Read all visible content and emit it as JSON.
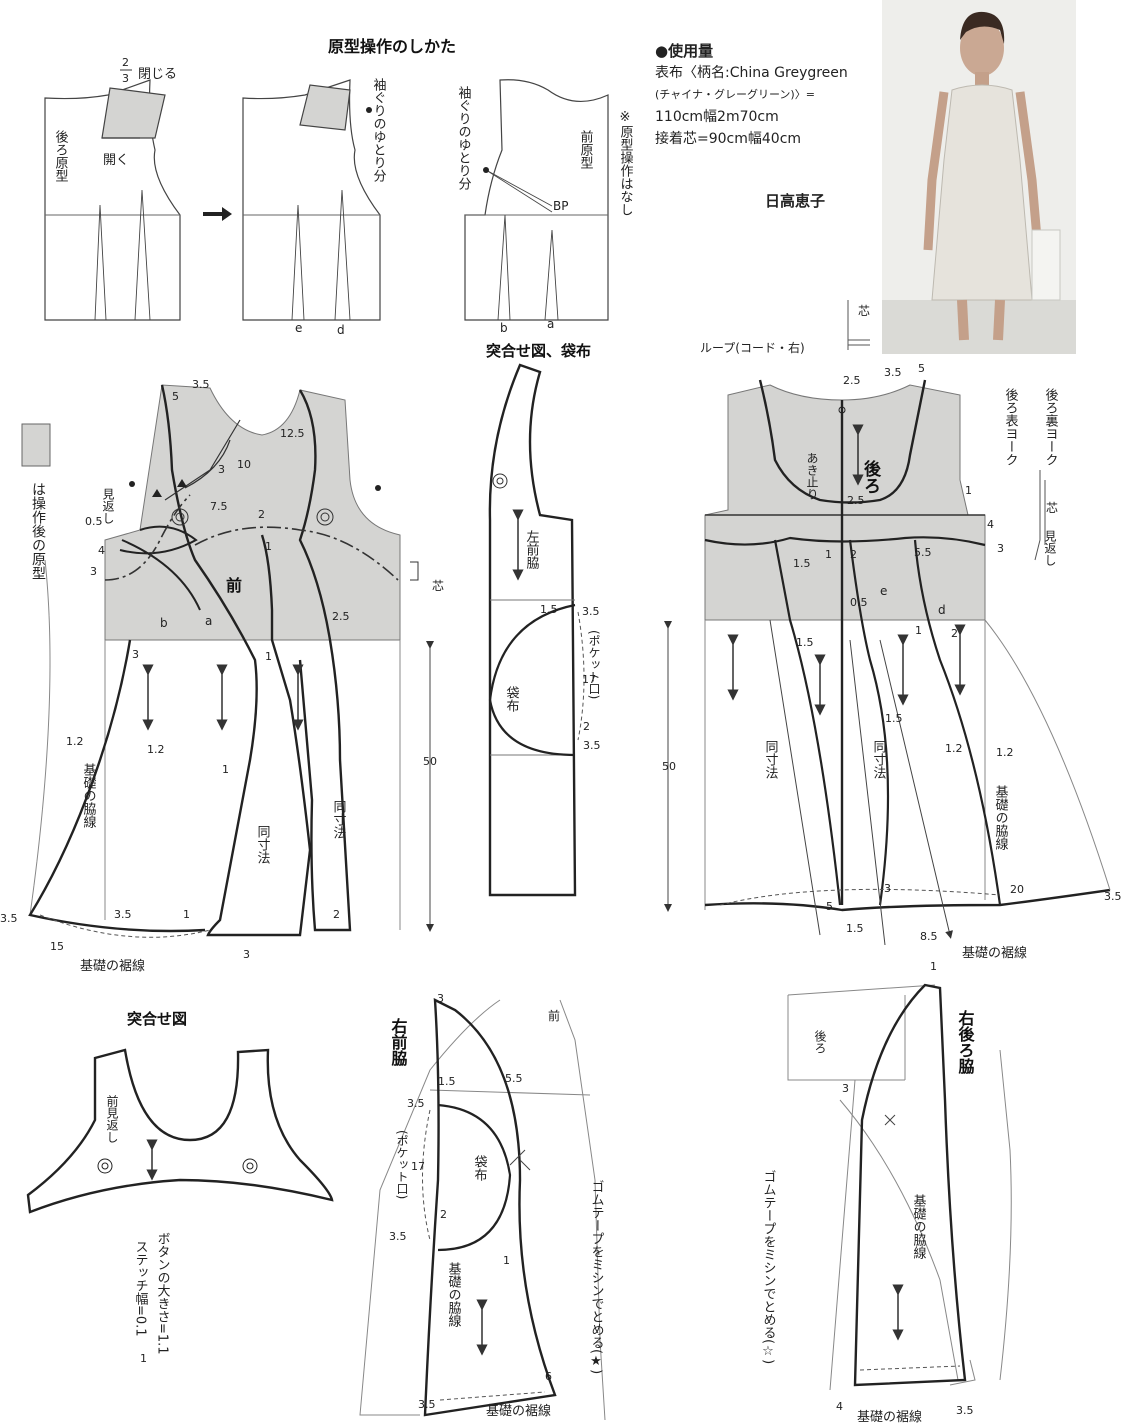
{
  "titles": {
    "manipulation": "原型操作のしかた",
    "assembly_bag": "突合せ図、袋布",
    "assembly": "突合せ図"
  },
  "materials": {
    "heading": "●使用量",
    "line1": "表布〈柄名:China Greygreen",
    "line2": "(チャイナ・グレーグリーン)〉=",
    "line3": "110cm幅2m70cm",
    "line4": "接着芯=90cm幅40cm"
  },
  "author": "日高恵子",
  "legend": "は操作後の原型",
  "top_panels": {
    "back_block": "後ろ原型",
    "close_fraction_top": "2",
    "close_fraction_bottom": "3",
    "close": "閉じる",
    "open": "開く",
    "armhole_ease_1": "袖ぐりのゆとり分",
    "armhole_ease_2": "袖ぐりのゆとり分",
    "front_block": "前原型",
    "no_change_note": "※原型操作はなし",
    "bp": "BP",
    "e": "e",
    "d": "d",
    "b": "b",
    "a": "a"
  },
  "front": {
    "label": "前",
    "facing": "見返し",
    "interfacing": "芯",
    "same_size_1": "同寸法",
    "same_size_2": "同寸法",
    "base_side": "基礎の脇線",
    "base_hem": "基礎の裾線",
    "b": "b",
    "a": "a",
    "n35a": "3.5",
    "n5": "5",
    "n10": "10",
    "n12_5": "12.5",
    "n3a": "3",
    "n7_5": "7.5",
    "n2a": "2",
    "n1a": "1",
    "n0_5": "0.5",
    "n4": "4",
    "n3b": "3",
    "n2_5": "2.5",
    "n3c": "3",
    "n1b": "1",
    "n1_2a": "1.2",
    "n1_2b": "1.2",
    "n1c": "1",
    "n50": "50",
    "n3_5b": "3.5",
    "n3_5c": "3.5",
    "n1d": "1",
    "n2b": "2",
    "n15": "15",
    "n3d": "3"
  },
  "bag": {
    "left_front_side": "左前脇",
    "bag_cloth": "袋布",
    "pocket_mouth": "(ポケット口)",
    "n1_5": "1.5",
    "n3_5a": "3.5",
    "n17": "17",
    "n2": "2",
    "n3_5b": "3.5"
  },
  "back": {
    "label": "後ろ",
    "opening_stop": "あき止り",
    "loop": "ループ(コード・右)",
    "interfacing_top": "芯",
    "back_outer_yoke": "後ろ表ヨーク",
    "back_inner_yoke": "後ろ裏ヨーク",
    "interfacing_side": "芯",
    "facing": "見返し",
    "same_size_1": "同寸法",
    "same_size_2": "同寸法",
    "base_side": "基礎の脇線",
    "base_hem": "基礎の裾線",
    "e": "e",
    "d": "d",
    "n2_5a": "2.5",
    "n3_5a": "3.5",
    "n5a": "5",
    "n2_5b": "2.5",
    "n1a": "1",
    "n2a": "2",
    "n1_5a": "1.5",
    "n5_5": "5.5",
    "n0_5": "0.5",
    "n4": "4",
    "n3a": "3",
    "n1b": "1",
    "n1_5b": "1.5",
    "n1c": "1",
    "n2b": "2",
    "n1_5c": "1.5",
    "n1_2a": "1.2",
    "n1_2b": "1.2",
    "n50": "50",
    "n20": "20",
    "n3_5b": "3.5",
    "n5b": "5",
    "n3b": "3",
    "n1_5d": "1.5",
    "n8_5": "8.5"
  },
  "assembly": {
    "front_facing": "前見返し",
    "button_size": "ボタンの大きさ=1.1",
    "stitch_width": "ステッチ幅=0.1",
    "one": "1"
  },
  "right_front_side": {
    "label": "右前脇",
    "front": "前",
    "bag_cloth": "袋布",
    "pocket_mouth": "(ポケット口)",
    "base_side": "基礎の脇線",
    "base_hem": "基礎の裾線",
    "elastic_note": "ゴムテープをミシンでとめる(★)",
    "n3": "3",
    "n1_5": "1.5",
    "n5_5": "5.5",
    "n3_5a": "3.5",
    "n17": "17",
    "n2": "2",
    "n3_5b": "3.5",
    "n1": "1",
    "n6": "6",
    "n3_5c": "3.5"
  },
  "right_back_side": {
    "label": "右後ろ脇",
    "back": "後ろ",
    "base_side": "基礎の脇線",
    "base_hem": "基礎の裾線",
    "elastic_note": "ゴムテープをミシンでとめる(☆)",
    "n1": "1",
    "n3": "3",
    "n4": "4",
    "n3_5": "3.5"
  },
  "colors": {
    "shade": "#d4d4d2",
    "line": "#333333",
    "thin": "#777777",
    "background": "#ffffff"
  }
}
